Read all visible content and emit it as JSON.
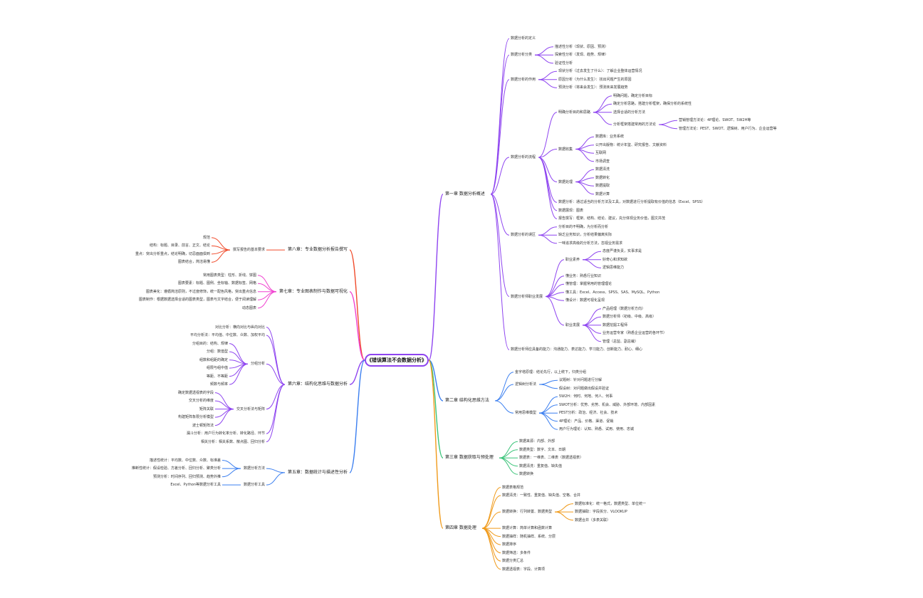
{
  "title": "《错误算法不会数据分析》",
  "colors": {
    "purple": "#8e44f0",
    "blue": "#3b7ff0",
    "green": "#3cc47a",
    "orange": "#f09a1a",
    "red": "#f04a2a",
    "pink": "#f040d0"
  },
  "right": [
    {
      "label": "第一章 数据分析概述",
      "color": "purple",
      "children": [
        {
          "label": "数据分析的定义"
        },
        {
          "label": "数据分析分类",
          "children": [
            {
              "label": "描述性分析（现状、原因、预测）"
            },
            {
              "label": "探索性分析（发现、趋势、规律）"
            },
            {
              "label": "验证性分析"
            }
          ]
        },
        {
          "label": "数据分析的作用",
          "children": [
            {
              "label": "现状分析（过去发生了什么）：了解企业整体运营情况"
            },
            {
              "label": "原因分析（为什么发生）：找出问题产生的原因"
            },
            {
              "label": "预测分析（将来会发生）：预测未来发展趋势"
            }
          ]
        },
        {
          "label": "数据分析的流程",
          "children": [
            {
              "label": "明确分析目的和思路",
              "children": [
                {
                  "label": "明确问题，确定分析目标"
                },
                {
                  "label": "确定分析思路，搭建分析框架，确保分析的系统性"
                },
                {
                  "label": "选择合适的分析方法"
                },
                {
                  "label": "分析框架搭建常用的方法论",
                  "children": [
                    {
                      "label": "营销管理方法论：4P理论、SWOT、5W2H等"
                    },
                    {
                      "label": "管理方法论：PEST、SWOT、逻辑树、用户行为、企业运营等"
                    }
                  ]
                }
              ]
            },
            {
              "label": "数据收集",
              "children": [
                {
                  "label": "数据库：业务系统"
                },
                {
                  "label": "公开出版物：统计年鉴、研究报告、文献资料"
                },
                {
                  "label": "互联网"
                },
                {
                  "label": "市场调查"
                }
              ]
            },
            {
              "label": "数据处理",
              "children": [
                {
                  "label": "数据清洗"
                },
                {
                  "label": "数据转化"
                },
                {
                  "label": "数据提取"
                },
                {
                  "label": "数据计算"
                }
              ]
            },
            {
              "label": "数据分析：通过适当的分析方法及工具，对数据进行分析提取有价值的信息（Excel、SPSS）"
            },
            {
              "label": "数据展现：图表"
            },
            {
              "label": "报告撰写：框架、结构、结论、建议，充分体现业务价值，图文并茂"
            }
          ]
        },
        {
          "label": "数据分析的误区",
          "children": [
            {
              "label": "分析目的不明确，为分析而分析"
            },
            {
              "label": "缺乏业务知识，分析结果偏离实际"
            },
            {
              "label": "一味追求高级的分析方法，忽视业务需求"
            }
          ]
        },
        {
          "label": "数据分析师职业发展",
          "children": [
            {
              "label": "职业素养",
              "children": [
                {
                  "label": "态度严谨负责，实事求是"
                },
                {
                  "label": "好奇心和求知欲"
                },
                {
                  "label": "逻辑思维能力"
                }
              ]
            },
            {
              "label": "懂业务：熟悉行业知识"
            },
            {
              "label": "懂管理：掌握常用的管理理论"
            },
            {
              "label": "懂工具：Excel、Access、SPSS、SAS、MySQL、Python"
            },
            {
              "label": "懂设计：数据可视化呈现"
            },
            {
              "label": "职业发展",
              "children": [
                {
                  "label": "产品经理（数据分析方向）"
                },
                {
                  "label": "数据分析师（初级、中级、高级）"
                },
                {
                  "label": "数据挖掘工程师"
                },
                {
                  "label": "业务运营专家（熟悉企业运营的各环节）"
                },
                {
                  "label": "管理（总监、副总裁）"
                }
              ]
            }
          ]
        },
        {
          "label": "数据分析师应具备的能力：沟通能力、表达能力、学习能力、创新能力、耐心、细心"
        }
      ]
    },
    {
      "label": "第二章 结构化思维方法",
      "color": "blue",
      "children": [
        {
          "label": "金字塔原理：结论先行，以上统下，归类分组"
        },
        {
          "label": "逻辑树分析法",
          "children": [
            {
              "label": "议题树：针对问题进行分解"
            },
            {
              "label": "假设树：对问题做出假设并验证"
            }
          ]
        },
        {
          "label": "常用思维模型",
          "children": [
            {
              "label": "5W2H：何时、何地、何人、何事"
            },
            {
              "label": "SWOT分析：优势、劣势、机会、威胁、外部环境、内部因素"
            },
            {
              "label": "PEST分析：政治、经济、社会、技术"
            },
            {
              "label": "4P理论：产品、价格、渠道、促销"
            },
            {
              "label": "用户行为理论：认知、熟悉、试用、使用、忠诚"
            }
          ]
        }
      ]
    },
    {
      "label": "第三章 数据获取与预处理",
      "color": "green",
      "children": [
        {
          "label": "数据来源：内部、外部"
        },
        {
          "label": "数据类型：数字、文本、日期"
        },
        {
          "label": "数据表：一维表、二维表（数据透视表）"
        },
        {
          "label": "数据清洗：重复值、缺失值"
        },
        {
          "label": "数据转换"
        }
      ]
    },
    {
      "label": "第四章 数据处理",
      "color": "orange",
      "children": [
        {
          "label": "数据表格规范"
        },
        {
          "label": "数据清洗：一致性、重复值、缺失值、空格、合并"
        },
        {
          "label": "数据转换：行列转置、数据类型",
          "children": [
            {
              "label": "数据标准化：统一格式，数据类型、单位统一"
            },
            {
              "label": "数据抽取：字段拆分、VLOOKUP"
            },
            {
              "label": "数据合并（多表关联）"
            }
          ]
        },
        {
          "label": "数据计算：简单计算和函数计算"
        },
        {
          "label": "数据抽样：随机抽样、系统、分层"
        },
        {
          "label": "数据排序"
        },
        {
          "label": "数据筛选：多条件"
        },
        {
          "label": "数据分类汇总"
        },
        {
          "label": "数据透视表：字段、计算项"
        }
      ]
    }
  ],
  "left": [
    {
      "label": "第八章：专业数据分析报告撰写",
      "color": "red",
      "children": [
        {
          "label": "撰写报告的基本要求",
          "children": [
            {
              "label": "规范"
            },
            {
              "label": "结构：标题、目录、前言、正文、结论"
            },
            {
              "label": "重点：突出分析重点，结论明确，切忌面面俱到"
            },
            {
              "label": "图表结合，简洁易懂"
            }
          ]
        }
      ]
    },
    {
      "label": "第七章：专业图表制作与数据可视化",
      "color": "pink",
      "children": [
        {
          "label": "常用图表类型：柱形、折线、饼图"
        },
        {
          "label": "图表要素：标题、图例、坐标轴、数据标签、网格"
        },
        {
          "label": "图表美化：遵循简洁原则，不过度修饰，统一配色风格，突出重点信息"
        },
        {
          "label": "图表制作：根据数据选择合适的图表类型，图表与文字结合，便于阅读理解"
        },
        {
          "label": "动态图表"
        }
      ]
    },
    {
      "label": "第六章：结构化思维与数据分析",
      "color": "purple",
      "children": [
        {
          "label": "对比分析：横向对比与纵向对比"
        },
        {
          "label": "平均分析法：平均值、中位数、众数、加权平均"
        },
        {
          "label": "分组分析",
          "children": [
            {
              "label": "分组目的：结构、规律"
            },
            {
              "label": "分组：数值型"
            },
            {
              "label": "组数和组距的确定"
            },
            {
              "label": "组限与组中值"
            },
            {
              "label": "等距、不等距"
            },
            {
              "label": "频数与频率"
            }
          ]
        },
        {
          "label": "交叉分析法与矩阵",
          "children": [
            {
              "label": "确定数据透视表的字段"
            },
            {
              "label": "交叉分析的维度"
            },
            {
              "label": "矩阵关联"
            },
            {
              "label": "构建矩阵象限分析模型"
            },
            {
              "label": "波士顿矩阵法"
            }
          ]
        },
        {
          "label": "漏斗分析：用户行为转化率分析、转化路径、环节"
        },
        {
          "label": "相关分析：相关系数、散点图、回归分析"
        }
      ]
    },
    {
      "label": "第五章：数据统计与描述性分析",
      "color": "blue",
      "children": [
        {
          "label": "数据分析方法",
          "children": [
            {
              "label": "描述性统计：平均数、中位数、众数、标准差"
            },
            {
              "label": "推断性统计：假设检验、方差分析、回归分析、聚类分析"
            },
            {
              "label": "预测分析：时间序列、回归预测、趋势外推"
            }
          ]
        },
        {
          "label": "数据分析工具",
          "children": [
            {
              "label": "Excel、Python等数据分析工具"
            }
          ]
        }
      ]
    }
  ]
}
